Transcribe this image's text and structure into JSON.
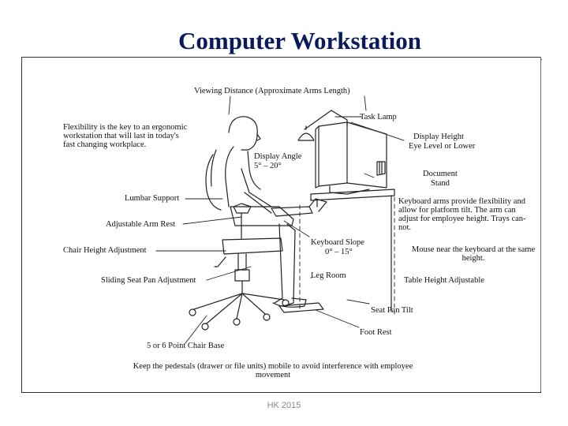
{
  "title": "Computer Workstation",
  "footer": "HK 2015",
  "labels": {
    "viewing_distance": "Viewing Distance (Approximate Arms Length)",
    "flexibility": "Flexibility is the key to an ergonomic workstation that will last in today's fast changing workplace.",
    "task_lamp": "Task Lamp",
    "display_height_1": "Display Height",
    "display_height_2": "Eye Level or Lower",
    "display_angle_1": "Display Angle",
    "display_angle_2": "5° – 20°",
    "document_stand_1": "Document",
    "document_stand_2": "Stand",
    "lumbar_support": "Lumbar Support",
    "keyboard_arms": "Keyboard arms provide flexibility and allow for platform tilt. The arm can adjust for employee height. Trays can-not.",
    "adjustable_arm_rest": "Adjustable Arm Rest",
    "keyboard_slope_1": "Keyboard Slope",
    "keyboard_slope_2": "0° – 15°",
    "chair_height": "Chair Height Adjustment",
    "mouse_near": "Mouse near the keyboard at the same height.",
    "leg_room": "Leg Room",
    "sliding_seat_pan": "Sliding Seat Pan Adjustment",
    "table_height": "Table Height Adjustable",
    "seat_pan_tilt": "Seat Pan Tilt",
    "foot_rest": "Foot Rest",
    "chair_base": "5 or 6 Point Chair Base",
    "pedestals": "Keep the pedestals (drawer or file units) mobile to avoid interference with employee movement"
  }
}
